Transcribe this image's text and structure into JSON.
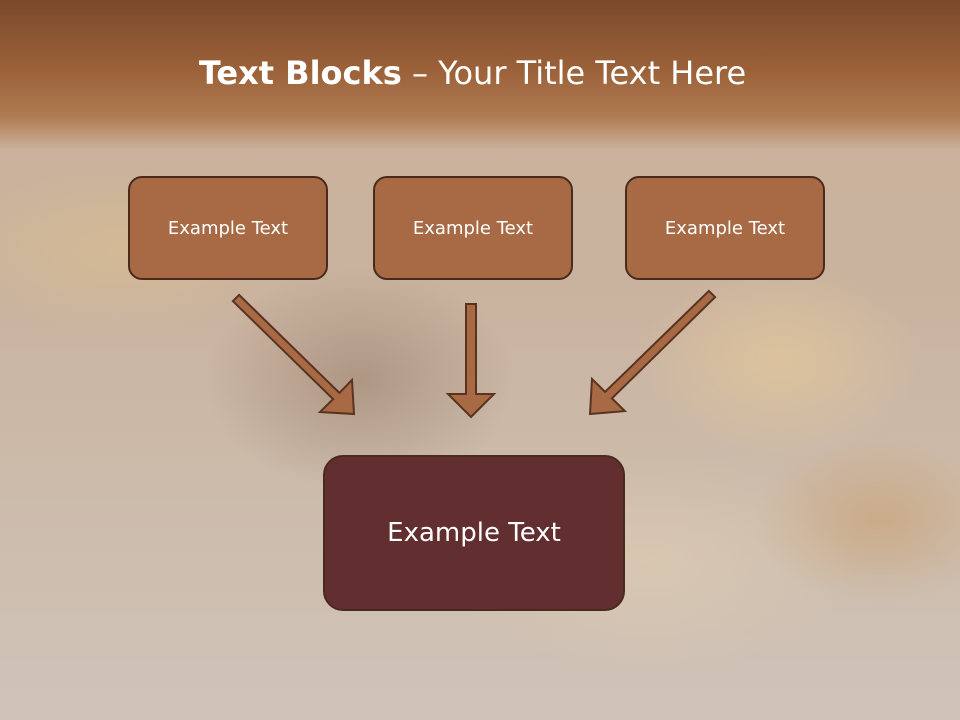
{
  "title": {
    "bold": "Text Blocks",
    "dash": " – ",
    "rest": "Your Title Text Here"
  },
  "diagram": {
    "top_boxes": [
      "Example Text",
      "Example Text",
      "Example Text"
    ],
    "bottom_box": "Example Text"
  },
  "colors": {
    "top_box_fill": "#a86a45",
    "bottom_box_fill": "#622e30",
    "box_border": "#4a2a1c",
    "arrow_fill": "#a86a45",
    "title_band": "#8a5532"
  }
}
